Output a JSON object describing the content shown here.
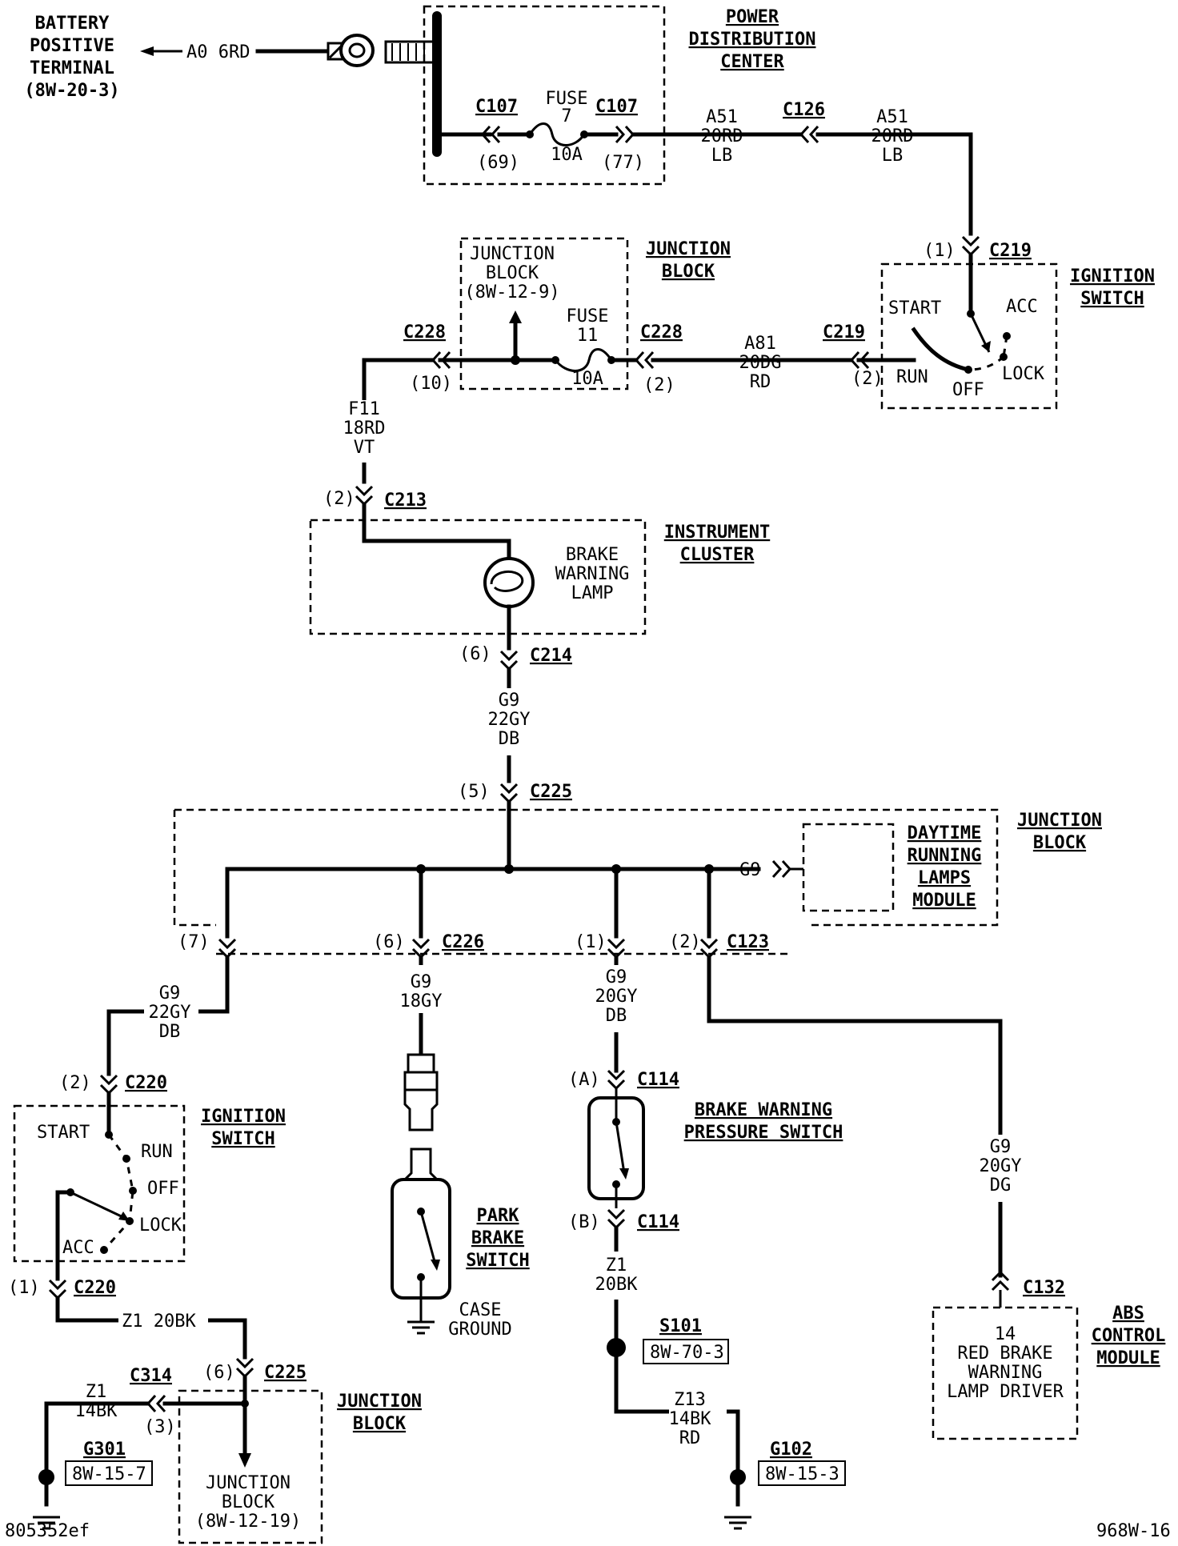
{
  "battery": {
    "title": [
      "BATTERY",
      "POSITIVE",
      "TERMINAL"
    ],
    "ref": "(8W-20-3)",
    "wire": "A0  6RD"
  },
  "pdc": {
    "title": [
      "POWER",
      "DISTRIBUTION",
      "CENTER"
    ],
    "conn_left": "C107",
    "conn_right": "C107",
    "fuse": [
      "FUSE",
      "7",
      "10A"
    ],
    "pin_left": "(69)",
    "pin_right": "(77)"
  },
  "a51_left": [
    "A51",
    "20RD",
    "LB"
  ],
  "c126": "C126",
  "a51_right": [
    "A51",
    "20RD",
    "LB"
  ],
  "ign1": {
    "title": [
      "IGNITION",
      "SWITCH"
    ],
    "conn_top": "C219",
    "pin_top": "(1)",
    "conn_side": "C219",
    "pin_side": "(2)",
    "positions": {
      "start": "START",
      "acc": "ACC",
      "run": "RUN",
      "off": "OFF",
      "lock": "LOCK"
    }
  },
  "jb1": {
    "title": [
      "JUNCTION",
      "BLOCK"
    ],
    "inner": [
      "JUNCTION",
      "BLOCK",
      "(8W-12-9)"
    ],
    "fuse": [
      "FUSE",
      "11",
      "10A"
    ],
    "conn_left": "C228",
    "pin_left": "(10)",
    "conn_right": "C228",
    "pin_right": "(2)"
  },
  "a81": [
    "A81",
    "20DG",
    "RD"
  ],
  "f11": [
    "F11",
    "18RD",
    "VT"
  ],
  "c213": {
    "conn": "C213",
    "pin": "(2)"
  },
  "cluster": {
    "title": [
      "INSTRUMENT",
      "CLUSTER"
    ],
    "lamp": [
      "BRAKE",
      "WARNING",
      "LAMP"
    ]
  },
  "c214": {
    "conn": "C214",
    "pin": "(6)"
  },
  "g9_a": [
    "G9",
    "22GY",
    "DB"
  ],
  "c225_top": {
    "conn": "C225",
    "pin": "(5)"
  },
  "jb2": {
    "title": [
      "JUNCTION",
      "BLOCK"
    ],
    "drl": [
      "DAYTIME",
      "RUNNING",
      "LAMPS",
      "MODULE"
    ],
    "drl_wire": "G9"
  },
  "c226": {
    "conn": "C226",
    "pin7": "(7)",
    "pin6": "(6)"
  },
  "c123": {
    "conn": "C123",
    "pin1": "(1)",
    "pin2": "(2)"
  },
  "g9_b": [
    "G9",
    "22GY",
    "DB"
  ],
  "g9_c": [
    "G9",
    "18GY"
  ],
  "g9_d": [
    "G9",
    "20GY",
    "DB"
  ],
  "g9_e": [
    "G9",
    "20GY",
    "DG"
  ],
  "c220_top": {
    "conn": "C220",
    "pin": "(2)"
  },
  "ign2": {
    "title": [
      "IGNITION",
      "SWITCH"
    ],
    "positions": {
      "start": "START",
      "run": "RUN",
      "off": "OFF",
      "lock": "LOCK",
      "acc": "ACC"
    }
  },
  "c220_bot": {
    "conn": "C220",
    "pin": "(1)"
  },
  "z1_20bk_a": "Z1  20BK",
  "park": {
    "title": [
      "PARK",
      "BRAKE",
      "SWITCH"
    ],
    "ground": [
      "CASE",
      "GROUND"
    ]
  },
  "bwps": {
    "title": [
      "BRAKE  WARNING",
      "PRESSURE  SWITCH"
    ],
    "conn_a": "C114",
    "pin_a": "(A)",
    "conn_b": "C114",
    "pin_b": "(B)"
  },
  "z1_20bk_b": [
    "Z1",
    "20BK"
  ],
  "s101": {
    "name": "S101",
    "ref": "8W-70-3"
  },
  "z13": [
    "Z13",
    "14BK",
    "RD"
  ],
  "g102": {
    "name": "G102",
    "ref": "8W-15-3"
  },
  "c132": "C132",
  "abs": {
    "title": [
      "ABS",
      "CONTROL",
      "MODULE"
    ],
    "inner": [
      "14",
      "RED BRAKE",
      "WARNING",
      "LAMP DRIVER"
    ]
  },
  "c314": {
    "conn": "C314",
    "pin": "(3)"
  },
  "z1_14bk": [
    "Z1",
    "14BK"
  ],
  "c225_bot": {
    "conn": "C225",
    "pin": "(6)"
  },
  "jb3": {
    "title": [
      "JUNCTION",
      "BLOCK"
    ],
    "inner": [
      "JUNCTION",
      "BLOCK",
      "(8W-12-19)"
    ]
  },
  "g301": {
    "name": "G301",
    "ref": "8W-15-7"
  },
  "footer": {
    "left": "805352ef",
    "right": "968W-16"
  }
}
